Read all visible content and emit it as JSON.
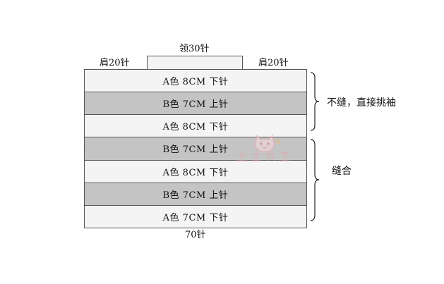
{
  "top_labels": {
    "collar": "领30针",
    "shoulder_left": "肩20针",
    "shoulder_right": "肩20针"
  },
  "bottom_label": "70针",
  "stripes": [
    {
      "text": "A色 8CM 下针",
      "tone": "light"
    },
    {
      "text": "B色 7CM 上针",
      "tone": "dark"
    },
    {
      "text": "A色 8CM 下针",
      "tone": "light"
    },
    {
      "text": "B色 7CM 上针",
      "tone": "dark"
    },
    {
      "text": "A色 8CM 下针",
      "tone": "light"
    },
    {
      "text": "B色 7CM 上针",
      "tone": "dark"
    },
    {
      "text": "A色 7CM 下针",
      "tone": "light"
    }
  ],
  "side_labels": {
    "upper": "不缝，直接挑袖",
    "lower": "缝合"
  },
  "colors": {
    "light_stripe": "#f4f4f4",
    "dark_stripe": "#c4c4c4",
    "outline": "#555555",
    "watermark_pink": "#e8a0a8"
  },
  "watermark": {
    "icon": "cartoon-cat-watermark-icon"
  }
}
